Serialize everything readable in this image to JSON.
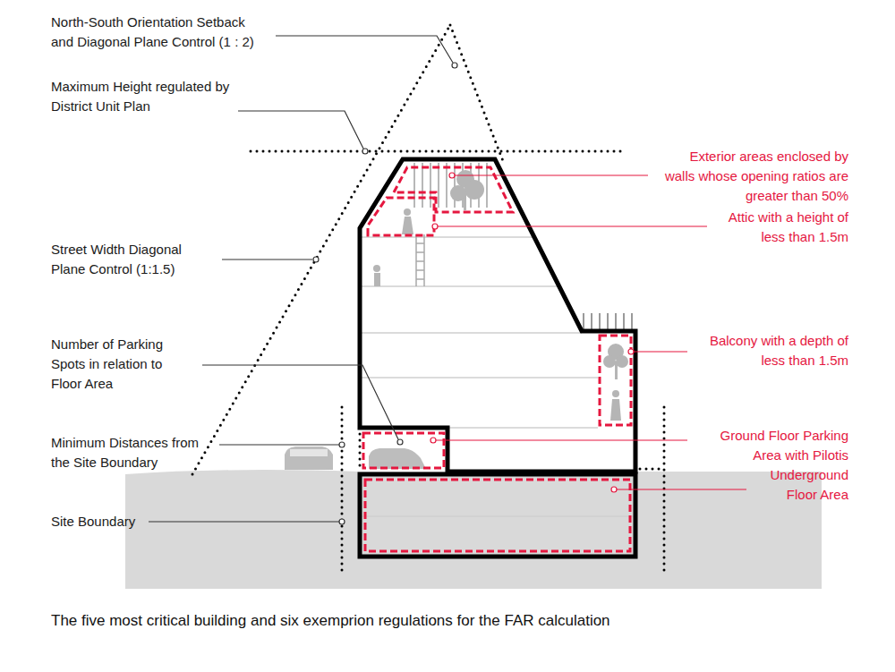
{
  "diagram": {
    "caption": "The five most critical building and six exemprion regulations for the FAR calculation",
    "labels": [
      "North-South Orientation Setback and Diagonal Plane Control (1 : 2)",
      "Maximum Height regulated by District Unit Plan",
      "Street Width Diagonal Plane Control (1:1.5)",
      "Number of Parking Spots in relation to Floor Area",
      "Minimum Distances from the Site Boundary",
      "Site Boundary",
      "Exterior areas enclosed by walls whose opening ratios are greater than 50%",
      "Attic with a height of less than 1.5m",
      "Balcony with a depth of less than 1.5m",
      "Ground Floor Parking Area with Pilotis",
      "Underground Floor Area"
    ]
  }
}
